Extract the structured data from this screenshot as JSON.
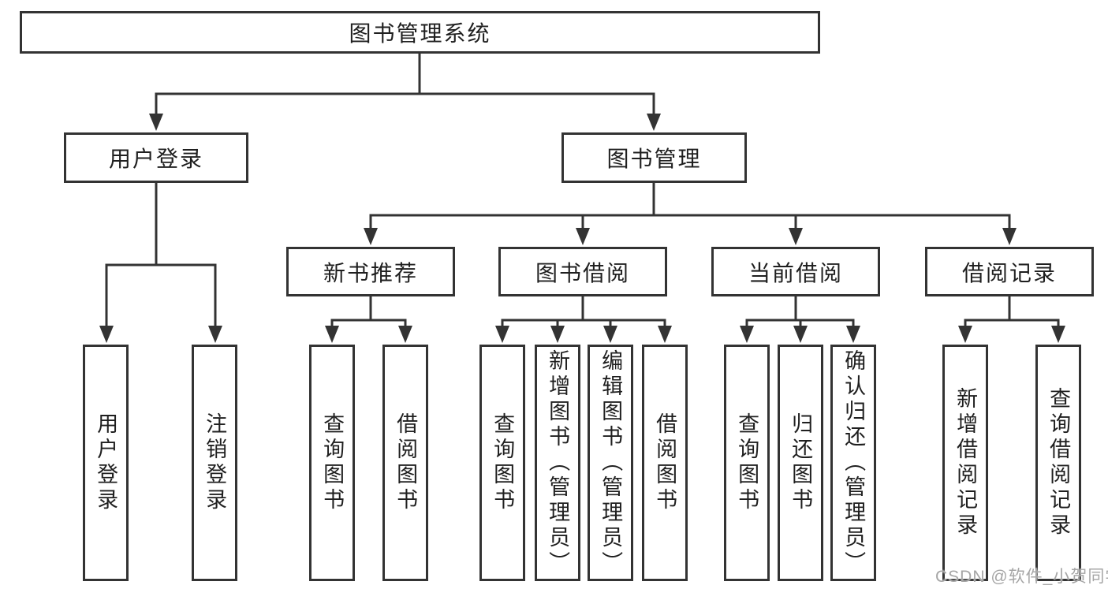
{
  "diagram": {
    "root": "图书管理系统",
    "branches": [
      {
        "label": "用户登录",
        "children": [
          "用户登录",
          "注销登录"
        ]
      },
      {
        "label": "图书管理",
        "groups": [
          {
            "label": "新书推荐",
            "children": [
              "查询图书",
              "借阅图书"
            ]
          },
          {
            "label": "图书借阅",
            "children": [
              "查询图书",
              "新增图书（管理员）",
              "编辑图书（管理员）",
              "借阅图书"
            ]
          },
          {
            "label": "当前借阅",
            "children": [
              "查询图书",
              "归还图书",
              "确认归还（管理员）"
            ]
          },
          {
            "label": "借阅记录",
            "children": [
              "新增借阅记录",
              "查询借阅记录"
            ]
          }
        ]
      }
    ],
    "watermark": "CSDN @软件_小贺同学",
    "colors": {
      "line": "#333333",
      "box_border": "#333333",
      "box_fill": "#ffffff",
      "text": "#1f1f1f",
      "watermark": "#a6a6a6",
      "background": "#ffffff"
    }
  }
}
